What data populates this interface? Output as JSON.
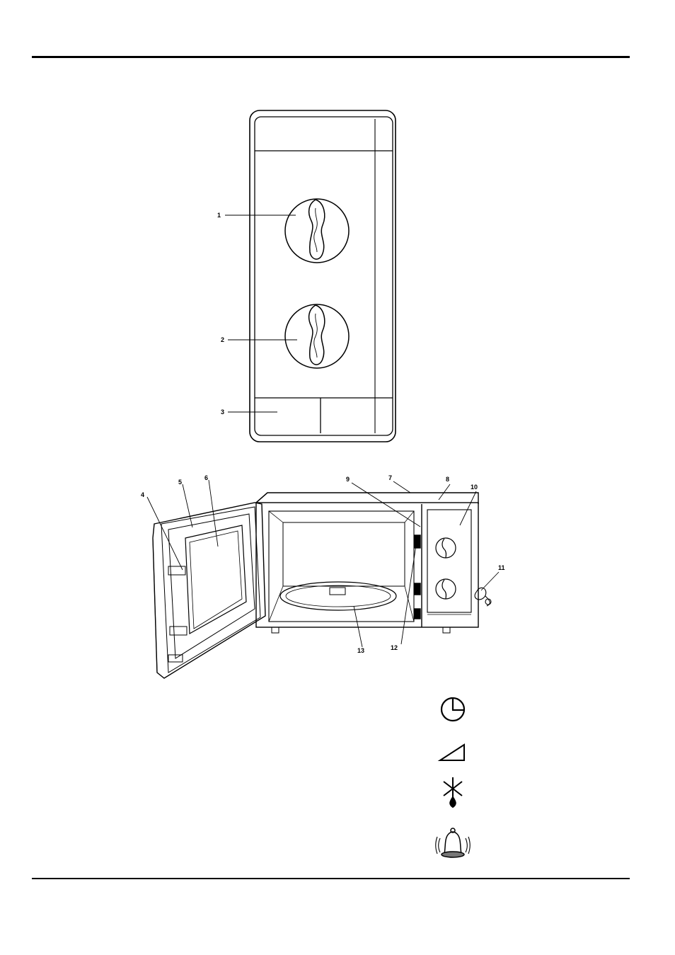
{
  "control_panel": {
    "callouts": [
      {
        "id": "1"
      },
      {
        "id": "2"
      },
      {
        "id": "3"
      }
    ]
  },
  "oven": {
    "callouts": [
      {
        "id": "4"
      },
      {
        "id": "5"
      },
      {
        "id": "6"
      },
      {
        "id": "7"
      },
      {
        "id": "8"
      },
      {
        "id": "9"
      },
      {
        "id": "10"
      },
      {
        "id": "11"
      },
      {
        "id": "12"
      },
      {
        "id": "13"
      }
    ]
  },
  "symbols": [
    {
      "icon": "clock-icon"
    },
    {
      "icon": "power-level-icon"
    },
    {
      "icon": "defrost-icon"
    },
    {
      "icon": "bell-icon"
    }
  ]
}
